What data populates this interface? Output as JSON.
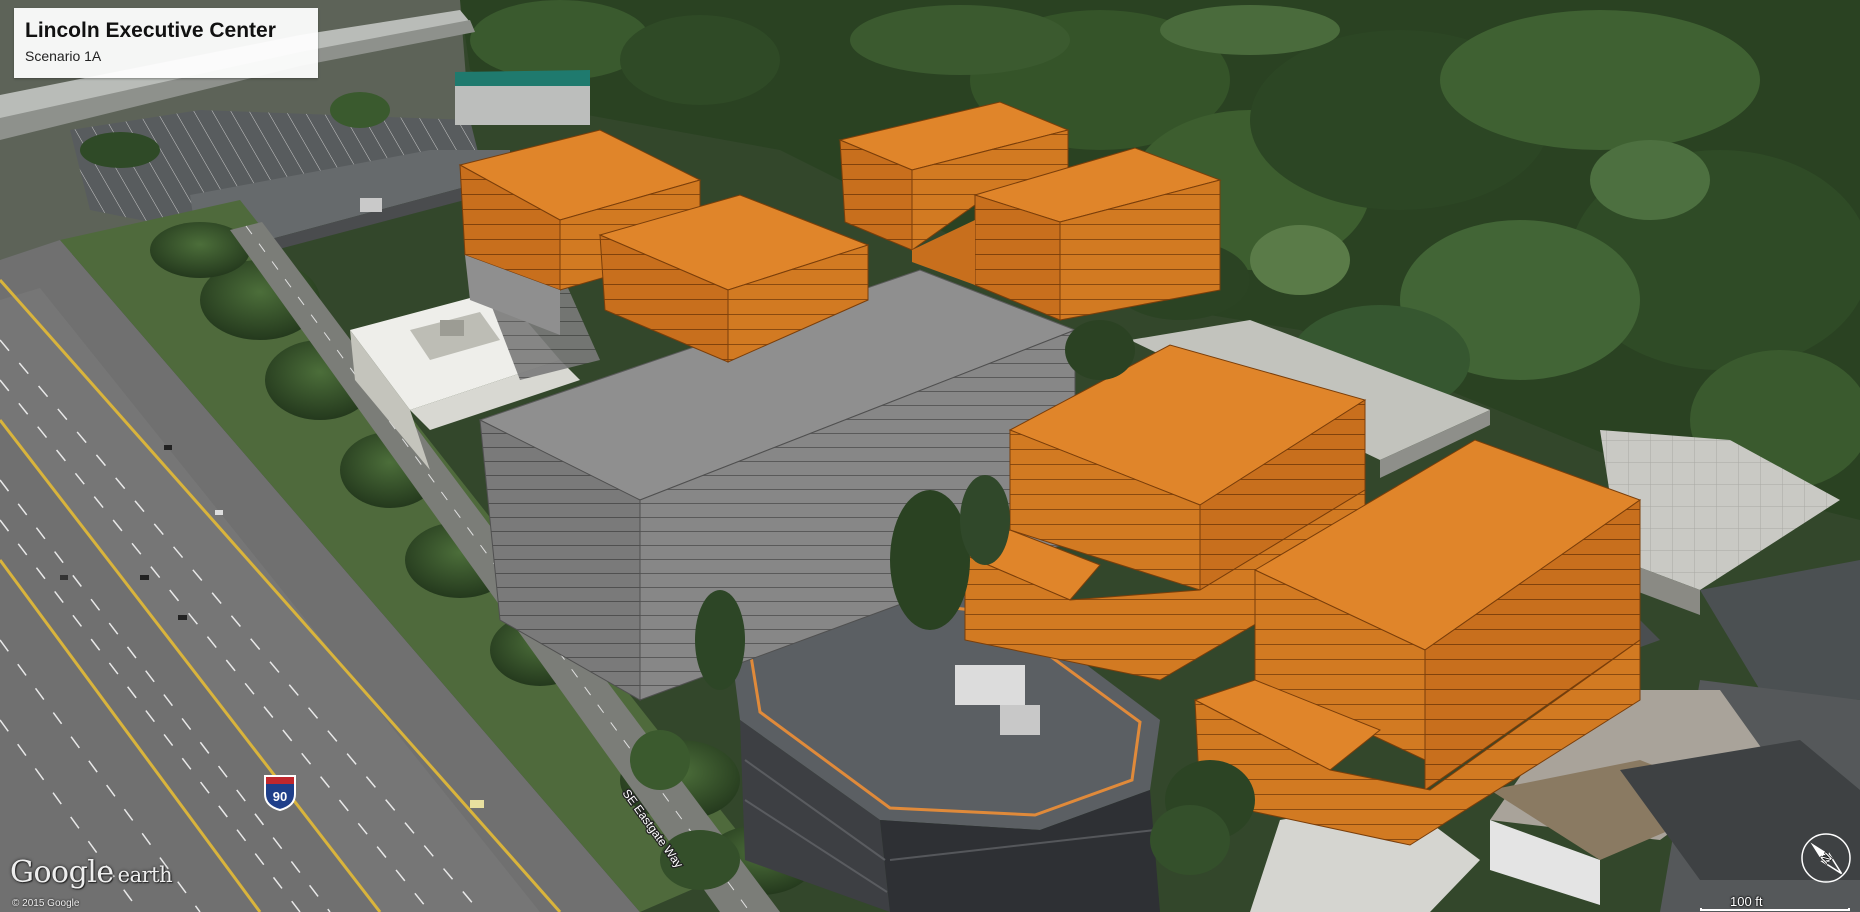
{
  "title_box": {
    "title": "Lincoln Executive Center",
    "subtitle": "Scenario 1A"
  },
  "map": {
    "road_label": "SE Eastgate Way",
    "shield_number": "90",
    "logo_google": "Google",
    "logo_earth": "earth",
    "copyright": "© 2015 Google",
    "scale_label": "100 ft",
    "compass_letter": "N"
  },
  "colors": {
    "proposed_building_top": "#e0852a",
    "proposed_building_side": "#d07420",
    "existing_massing_top": "#8e8e8e",
    "existing_massing_side": "#7c7c7c",
    "tree_canopy": "#2d4a24",
    "freeway": "#6e6e6e",
    "lane_line_yellow": "#d9b43c",
    "interstate_shield_blue": "#1f3f8a",
    "interstate_shield_red": "#c0272d"
  }
}
